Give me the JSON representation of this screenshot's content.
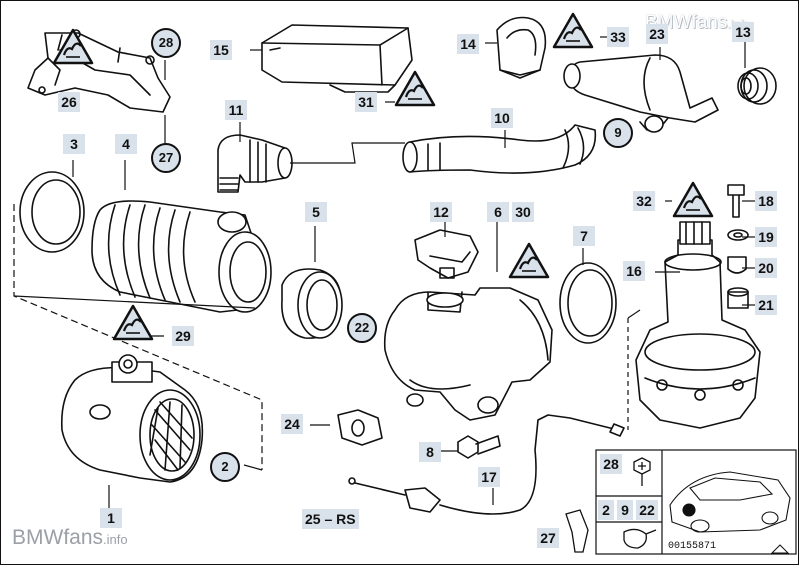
{
  "watermark": {
    "top_main": "BMWfans",
    "top_suffix": ".info",
    "bottom_main": "BMWfans",
    "bottom_suffix": ".info"
  },
  "catalog_number": "00155871",
  "labels": {
    "p1": "1",
    "p2": "2",
    "p3": "3",
    "p4": "4",
    "p5": "5",
    "p6": "6",
    "p7": "7",
    "p8": "8",
    "p9": "9",
    "p10": "10",
    "p11": "11",
    "p12": "12",
    "p13": "13",
    "p14": "14",
    "p15": "15",
    "p16": "16",
    "p17": "17",
    "p18": "18",
    "p19": "19",
    "p20": "20",
    "p21": "21",
    "p22": "22",
    "p23": "23",
    "p24": "24",
    "p25": "25",
    "p25_suffix": "RS",
    "p26": "26",
    "p27": "27",
    "p28": "28",
    "p29": "29",
    "p30": "30",
    "p31": "31",
    "p32": "32",
    "p33": "33",
    "legend_28": "28",
    "legend_2": "2",
    "legend_9": "9",
    "legend_22": "22",
    "legend_27": "27"
  },
  "icons": [
    "warning-triangle-icon",
    "car-location-icon"
  ],
  "colors": {
    "label_fill": "#d9e1ea",
    "line": "#111111",
    "watermark_gray": "#9aa0a6"
  }
}
